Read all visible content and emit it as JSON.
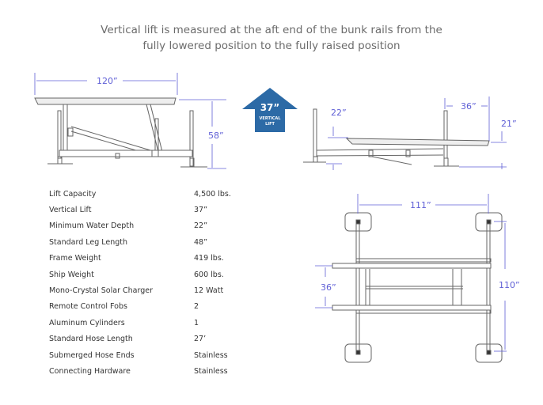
{
  "title": {
    "line1": "Vertical lift is measured at the aft end of the bunk rails from the",
    "line2": "fully lowered position to the fully raised position"
  },
  "side_view": {
    "length": "120”",
    "height": "58”"
  },
  "lift_badge": {
    "value": "37”",
    "line1": "VERTICAL",
    "line2": "LIFT",
    "color": "#2c6aa6"
  },
  "end_view": {
    "water_depth": "22”",
    "bunk_width": "36”",
    "rise": "21”"
  },
  "top_view": {
    "width": "111”",
    "bunk_spacing": "36”",
    "length": "110”"
  },
  "dimension_color": "#5f5fd6",
  "specs": [
    {
      "label": "Lift Capacity",
      "value": "4,500 lbs."
    },
    {
      "label": "Vertical Lift",
      "value": "37”"
    },
    {
      "label": "Minimum Water Depth",
      "value": "22”"
    },
    {
      "label": "Standard Leg Length",
      "value": "48”"
    },
    {
      "label": "Frame Weight",
      "value": "419 lbs."
    },
    {
      "label": "Ship Weight",
      "value": "600 lbs."
    },
    {
      "label": "Mono-Crystal Solar Charger",
      "value": "12 Watt"
    },
    {
      "label": "Remote Control Fobs",
      "value": "2"
    },
    {
      "label": "Aluminum Cylinders",
      "value": "1"
    },
    {
      "label": "Standard Hose Length",
      "value": "27’"
    },
    {
      "label": "Submerged Hose Ends",
      "value": "Stainless"
    },
    {
      "label": "Connecting Hardware",
      "value": "Stainless"
    }
  ]
}
